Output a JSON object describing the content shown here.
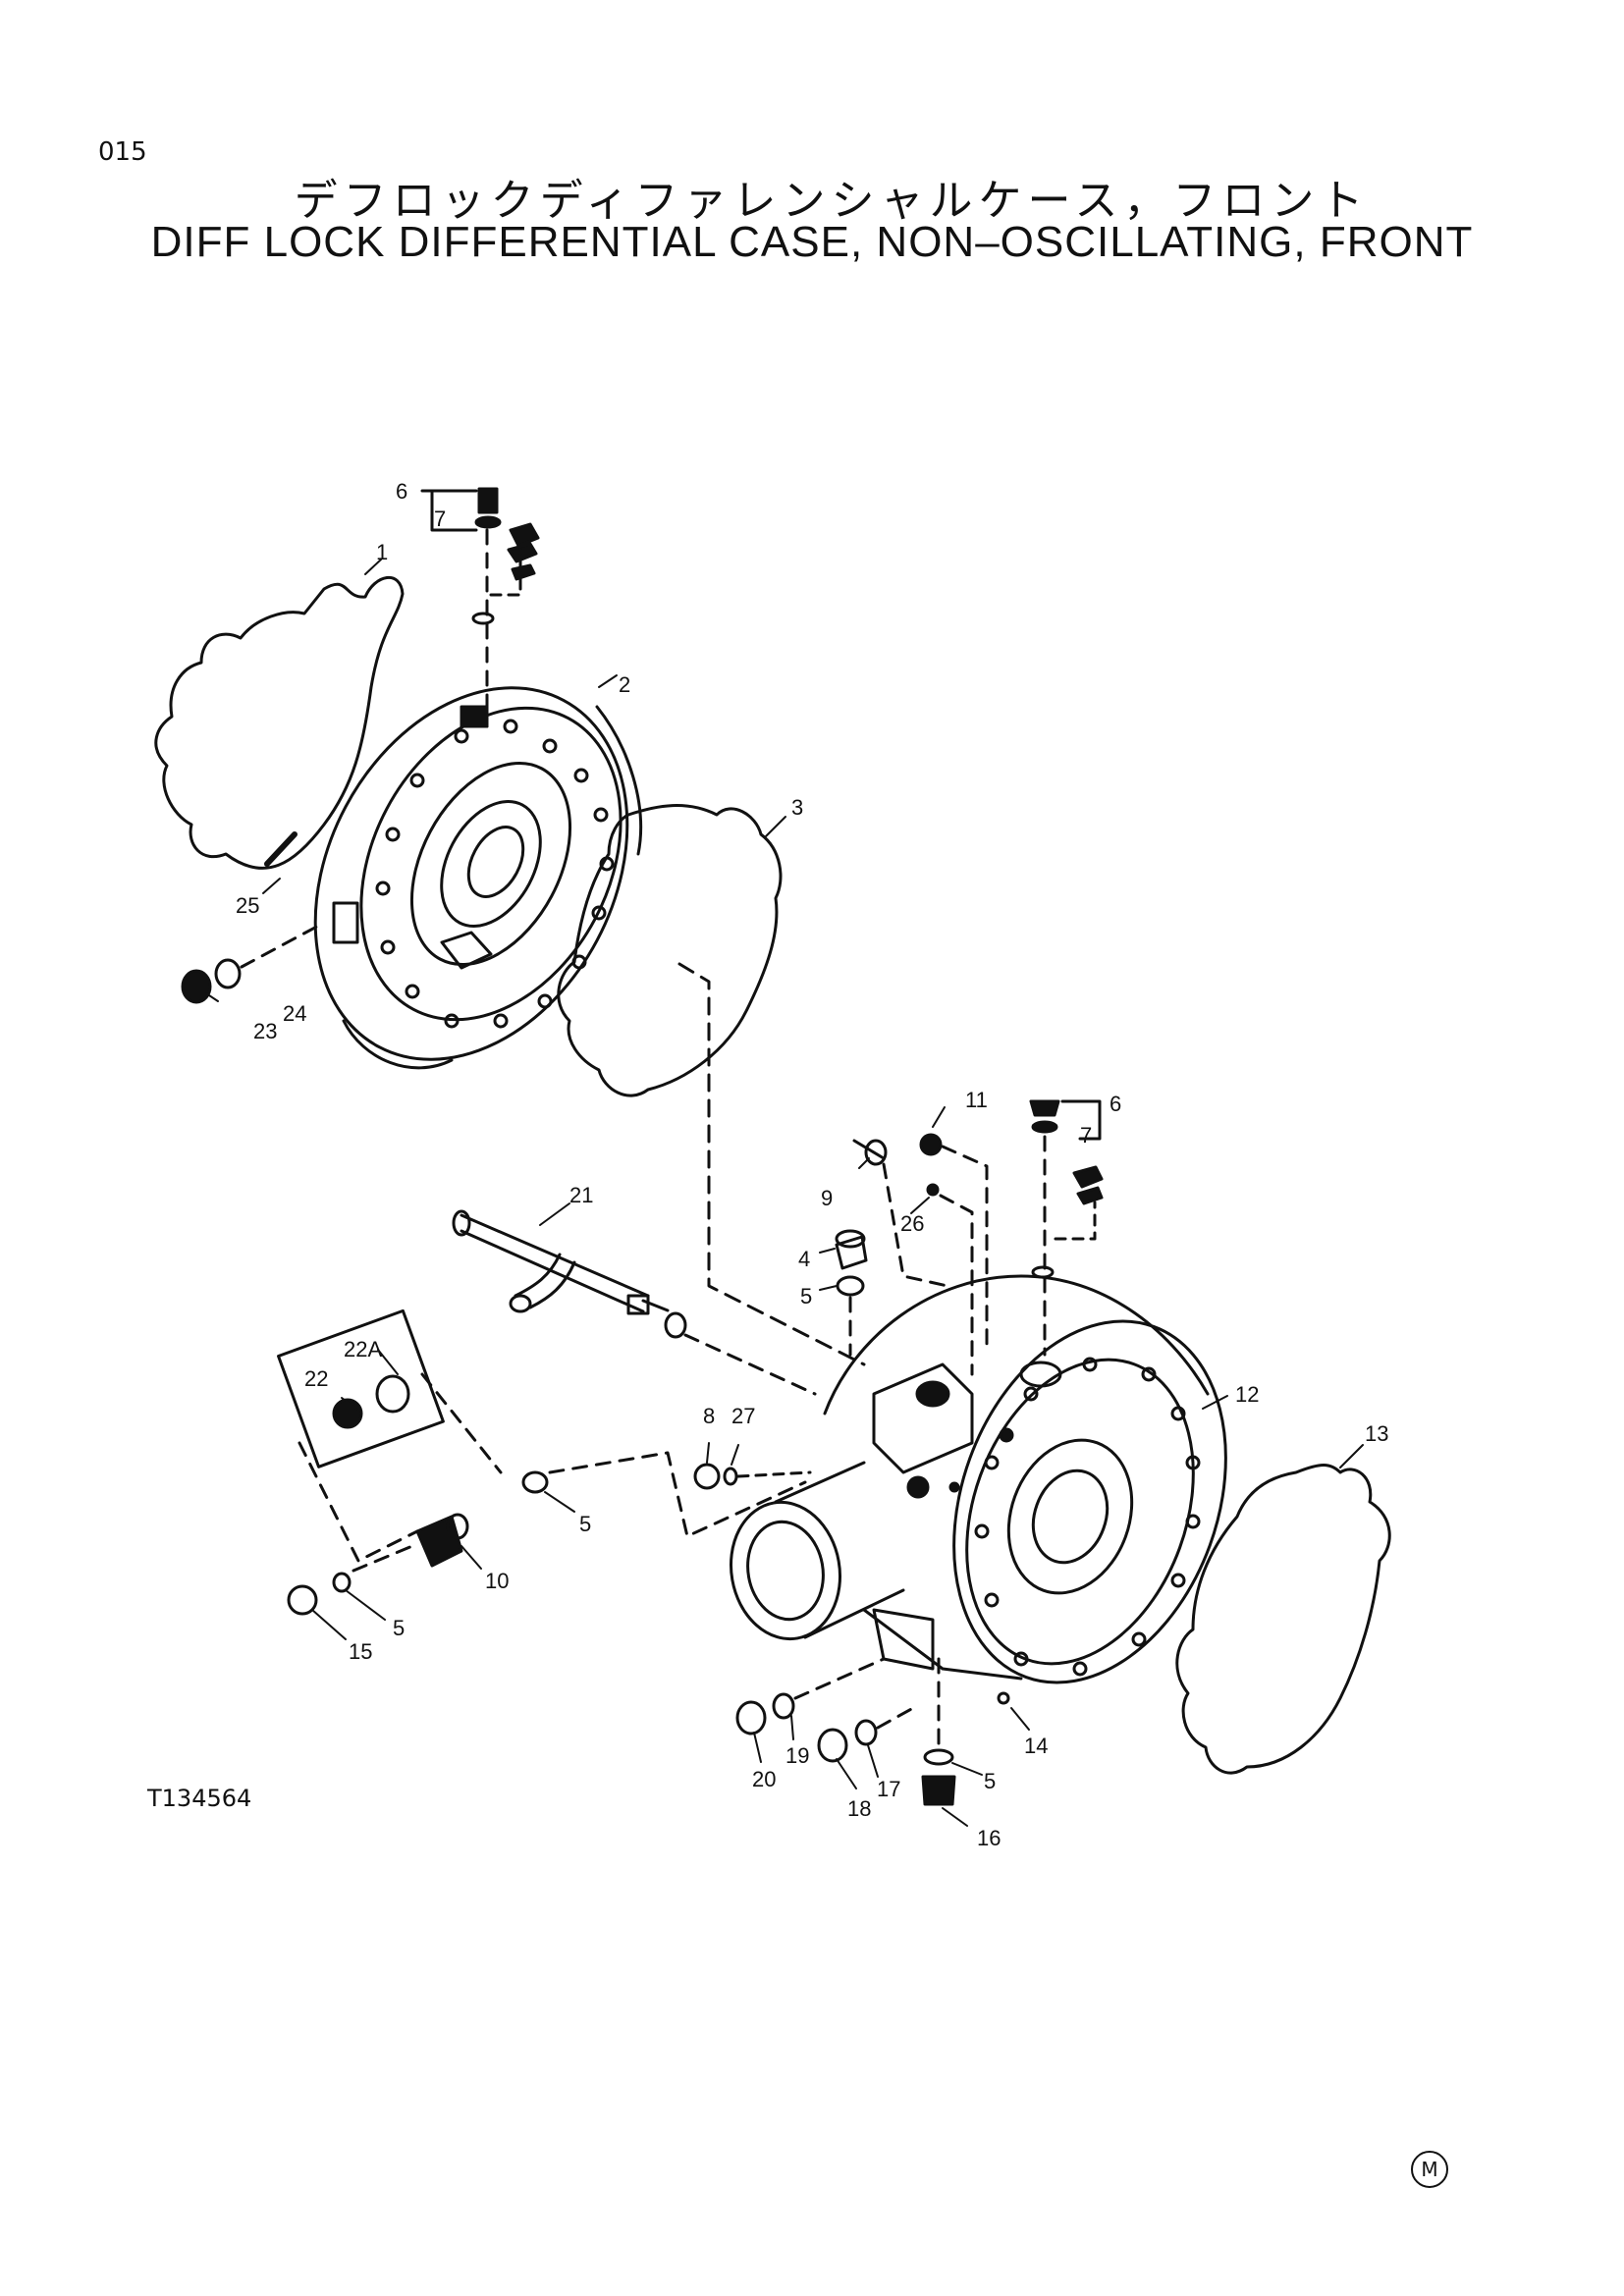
{
  "header": {
    "page_number": "015",
    "title_jp": "デフロックディファレンシャルケース，フロント",
    "title_en": "DIFF LOCK DIFFERENTIAL CASE, NON–OSCILLATING, FRONT"
  },
  "figure_id": "T134564",
  "corner_mark": "M",
  "callouts": [
    {
      "id": "c6a",
      "text": "6"
    },
    {
      "id": "c7a",
      "text": "7"
    },
    {
      "id": "c1",
      "text": "1"
    },
    {
      "id": "c2",
      "text": "2"
    },
    {
      "id": "c3",
      "text": "3"
    },
    {
      "id": "c25",
      "text": "25"
    },
    {
      "id": "c23",
      "text": "23"
    },
    {
      "id": "c24",
      "text": "24"
    },
    {
      "id": "c11",
      "text": "11"
    },
    {
      "id": "c6b",
      "text": "6"
    },
    {
      "id": "c7b",
      "text": "7"
    },
    {
      "id": "c9",
      "text": "9"
    },
    {
      "id": "c26",
      "text": "26"
    },
    {
      "id": "c21",
      "text": "21"
    },
    {
      "id": "c4",
      "text": "4"
    },
    {
      "id": "c5a",
      "text": "5"
    },
    {
      "id": "c22A",
      "text": "22A"
    },
    {
      "id": "c22",
      "text": "22"
    },
    {
      "id": "c12",
      "text": "12"
    },
    {
      "id": "c13",
      "text": "13"
    },
    {
      "id": "c8",
      "text": "8"
    },
    {
      "id": "c27",
      "text": "27"
    },
    {
      "id": "c5b",
      "text": "5"
    },
    {
      "id": "c10",
      "text": "10"
    },
    {
      "id": "c5c",
      "text": "5"
    },
    {
      "id": "c15",
      "text": "15"
    },
    {
      "id": "c14",
      "text": "14"
    },
    {
      "id": "c19",
      "text": "19"
    },
    {
      "id": "c20",
      "text": "20"
    },
    {
      "id": "c17",
      "text": "17"
    },
    {
      "id": "c5d",
      "text": "5"
    },
    {
      "id": "c18",
      "text": "18"
    },
    {
      "id": "c16",
      "text": "16"
    }
  ]
}
